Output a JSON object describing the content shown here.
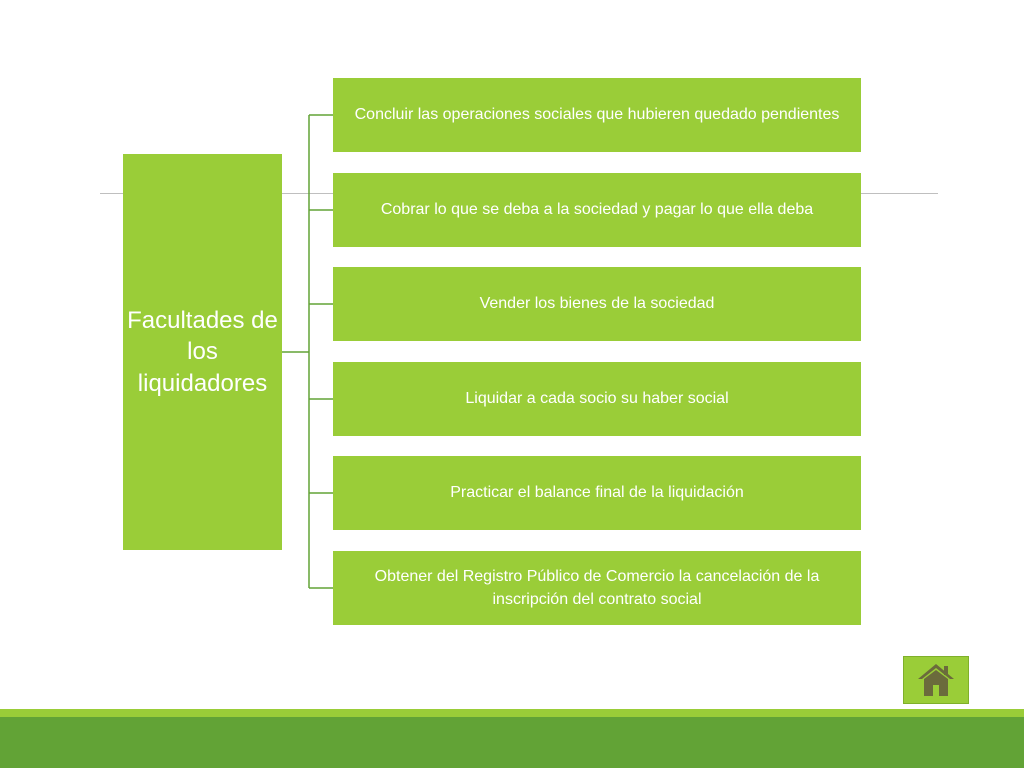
{
  "diagram": {
    "root_label": "Facultades de los liquidadores",
    "children": [
      {
        "label": "Concluir las operaciones sociales que hubieren quedado pendientes"
      },
      {
        "label": "Cobrar lo que se deba a la sociedad y pagar lo que ella deba"
      },
      {
        "label": "Vender los bienes de la sociedad"
      },
      {
        "label": "Liquidar a cada socio su haber social"
      },
      {
        "label": "Practicar el balance final de la liquidación"
      },
      {
        "label": "Obtener del Registro Público de Comercio la cancelación de la inscripción del contrato social"
      }
    ]
  },
  "colors": {
    "box_fill": "#9acd38",
    "footer_band": "#62a336",
    "connector": "#62a336",
    "home_icon": "#6b6b3c"
  },
  "navigation": {
    "home_icon": "home-icon"
  }
}
